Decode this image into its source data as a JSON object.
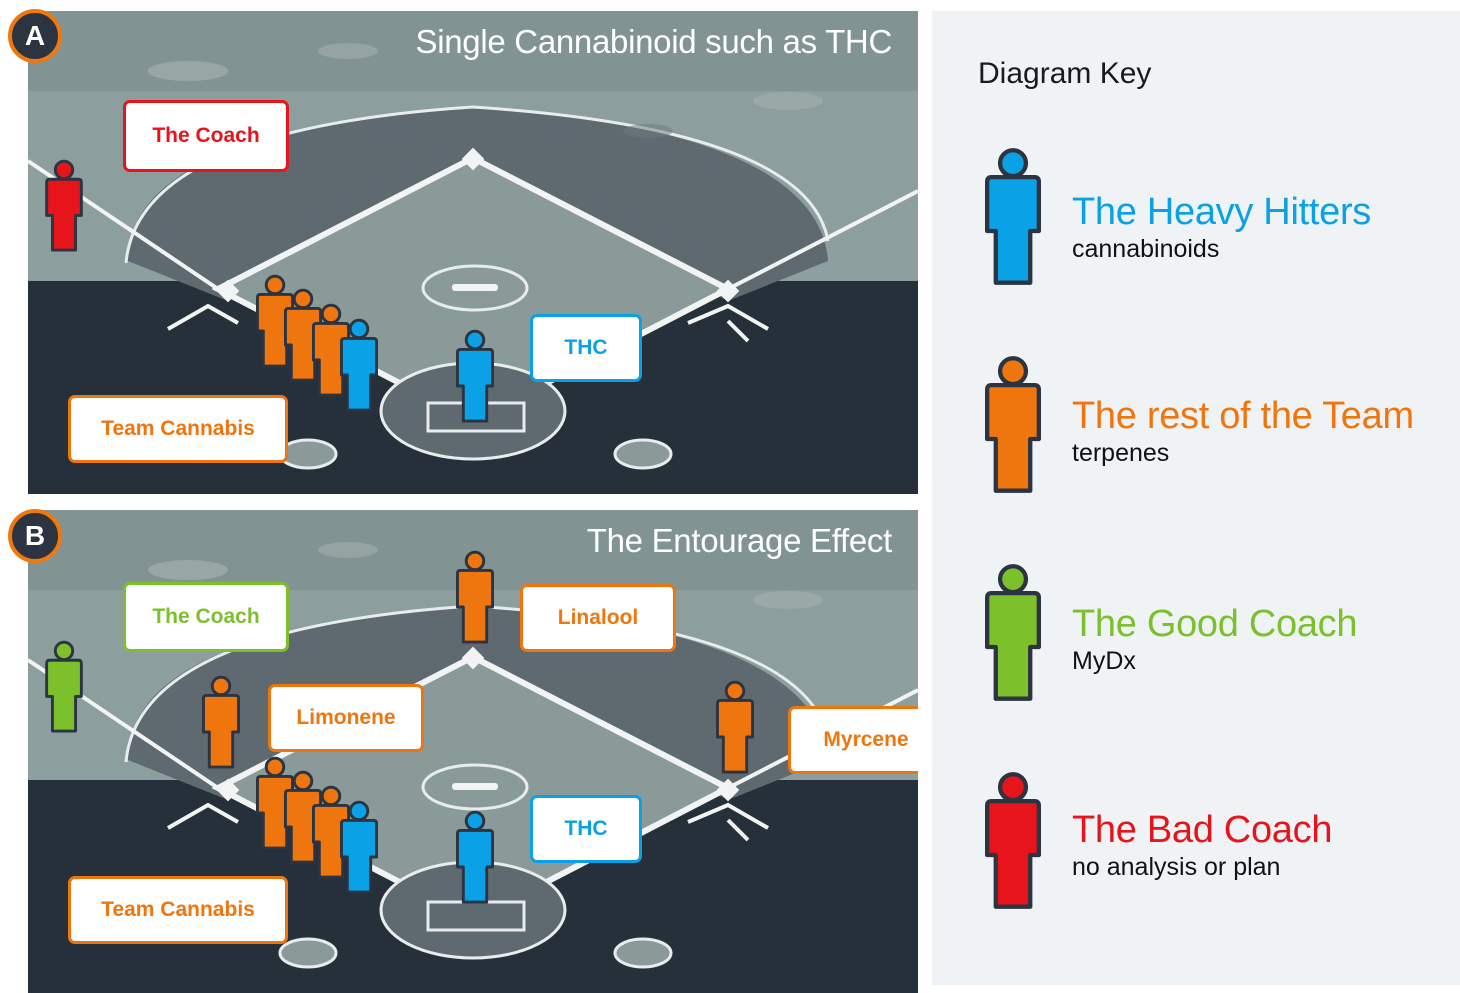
{
  "panel_a": {
    "badge": "A",
    "title": "Single Cannabinoid such as THC",
    "coach_label": "The Coach",
    "team_label": "Team Cannabis",
    "player_label": "THC"
  },
  "panel_b": {
    "badge": "B",
    "title": "The Entourage Effect",
    "coach_label": "The Coach",
    "team_label": "Team Cannabis",
    "player_label": "THC",
    "linalool_label": "Linalool",
    "limonene_label": "Limonene",
    "myrcene_label": "Myrcene"
  },
  "key": {
    "title": "Diagram Key",
    "items": [
      {
        "heading": "The Heavy Hitters",
        "sub": "cannabinoids",
        "color": "#0aa1e6",
        "icon": "person-icon"
      },
      {
        "heading": "The rest of the Team",
        "sub": "terpenes",
        "color": "#ef760e",
        "icon": "person-icon"
      },
      {
        "heading": "The Good Coach",
        "sub": "MyDx",
        "color": "#7cc02c",
        "icon": "person-icon"
      },
      {
        "heading": "The Bad Coach",
        "sub": "no analysis or plan",
        "color": "#e8141c",
        "icon": "person-icon"
      }
    ]
  },
  "colors": {
    "blue": "#0aa1e6",
    "orange": "#ef760e",
    "green": "#7cc02c",
    "red": "#e8141c",
    "outline": "#2b3440"
  }
}
